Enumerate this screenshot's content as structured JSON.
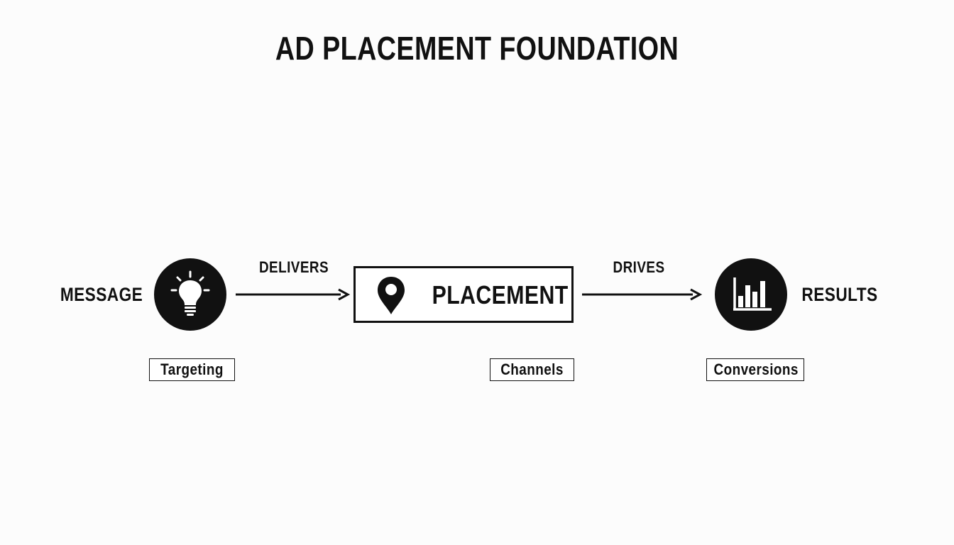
{
  "title": "AD PLACEMENT FOUNDATION",
  "nodes": {
    "message": {
      "label": "MESSAGE",
      "icon": "lightbulb-icon"
    },
    "placement": {
      "label": "PLACEMENT",
      "icon": "map-pin-icon"
    },
    "results": {
      "label": "RESULTS",
      "icon": "bar-chart-icon"
    }
  },
  "edges": {
    "delivers": {
      "label": "DELIVERS",
      "from": "message",
      "to": "placement"
    },
    "drives": {
      "label": "DRIVES",
      "from": "placement",
      "to": "results"
    }
  },
  "tags": {
    "targeting": "Targeting",
    "channels": "Channels",
    "conversions": "Conversions"
  },
  "colors": {
    "ink": "#111111",
    "background": "#fcfcfc"
  }
}
